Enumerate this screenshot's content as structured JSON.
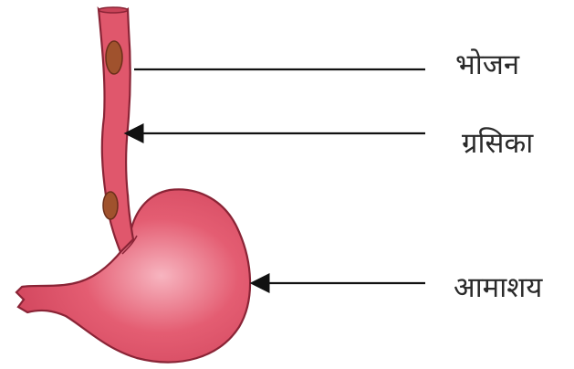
{
  "labels": {
    "food": "भोजन",
    "esophagus": "ग्रसिका",
    "stomach": "आमाशय"
  },
  "colors": {
    "organ_fill": "#e0576c",
    "organ_outline": "#8a2436",
    "food_bolus": "#a0522d",
    "pointer_line": "#111111"
  }
}
